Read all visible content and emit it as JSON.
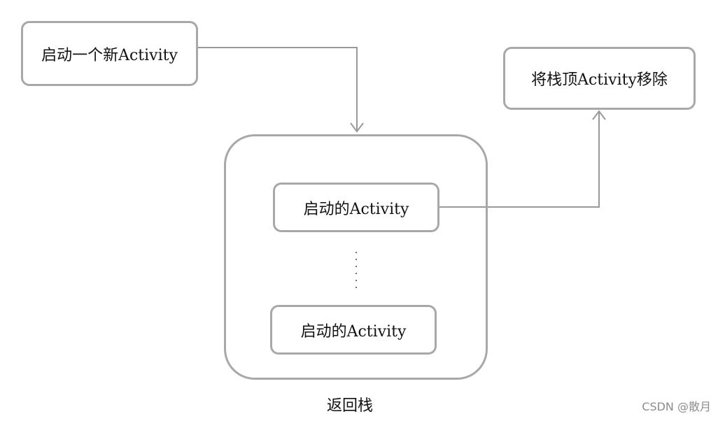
{
  "diagram": {
    "start_node": "启动一个新Activity",
    "remove_node": "将栈顶Activity移除",
    "stack_top_item": "启动的Activity",
    "stack_bottom_item": "启动的Activity",
    "stack_label": "返回栈"
  },
  "watermark": "CSDN @散月",
  "colors": {
    "border": "#a8a8a8",
    "line": "#999999",
    "text": "#111111"
  }
}
